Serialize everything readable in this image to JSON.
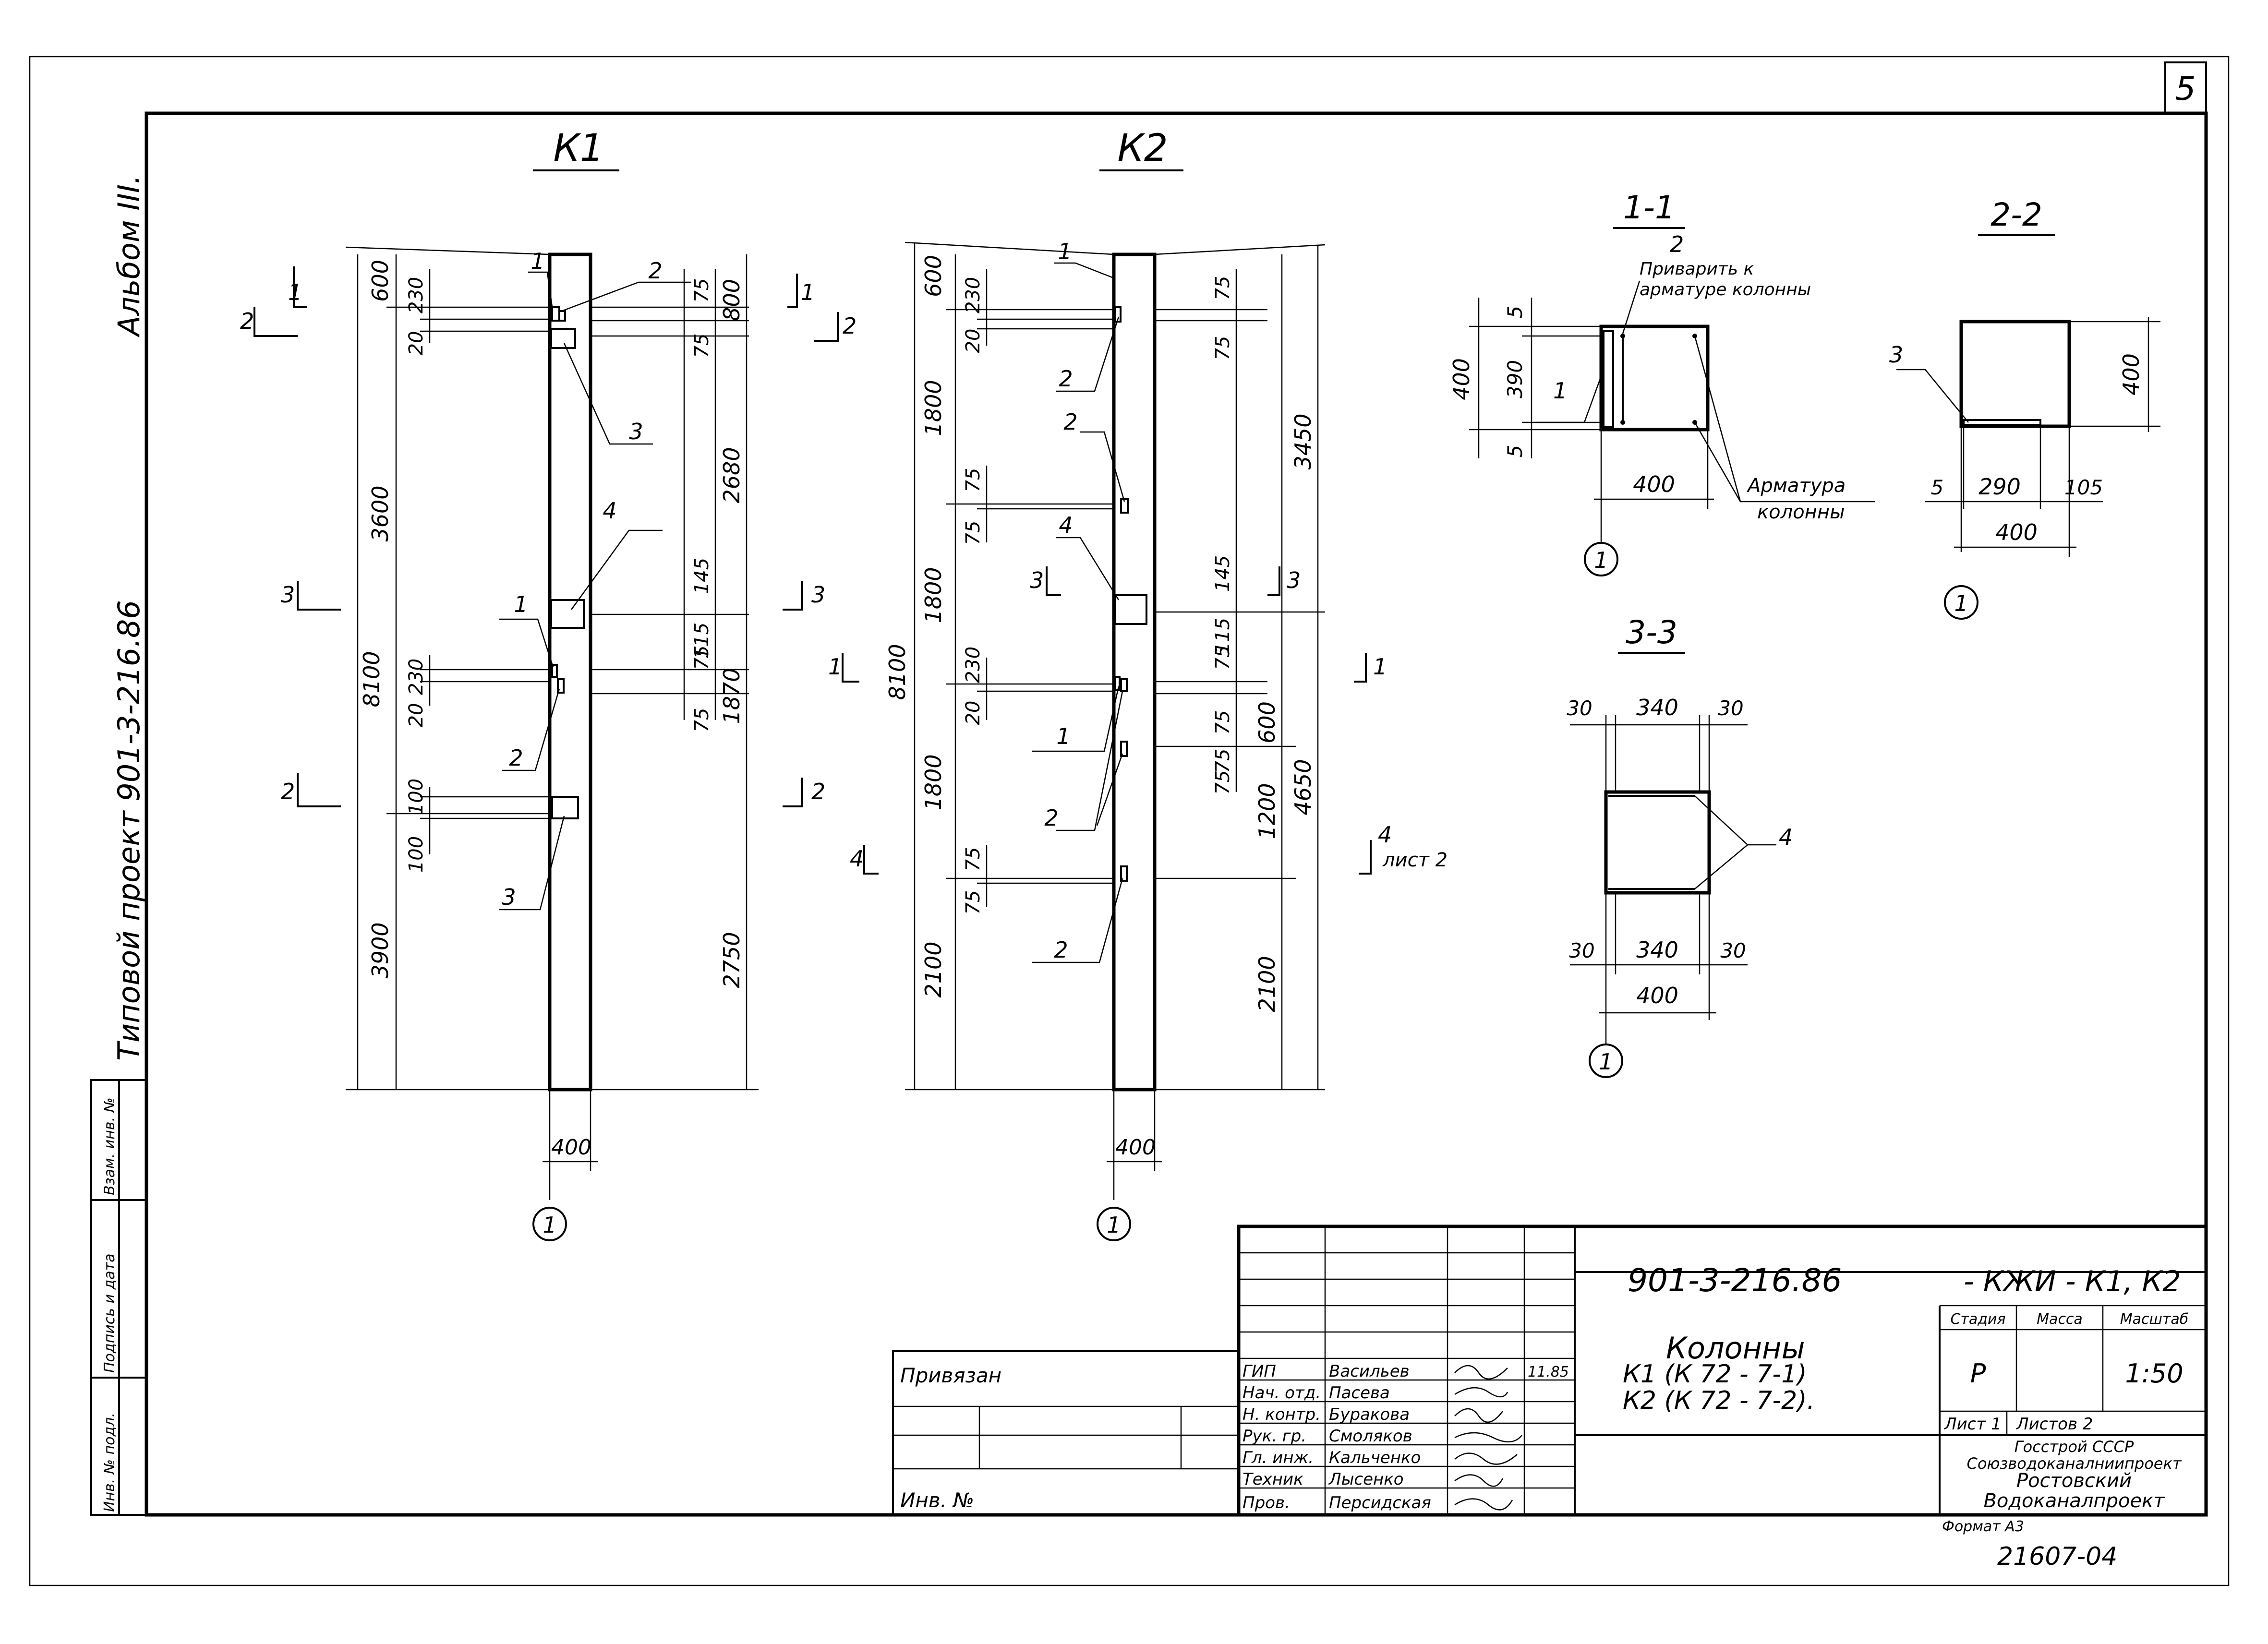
{
  "sheet_number": "5",
  "side_album": "Альбом III.",
  "side_project": "Типовой проект  901-3-216.86",
  "side_cells": [
    "Инв. № подл.",
    "Подпись и дата",
    "Взам. инв. №"
  ],
  "k1": {
    "title": "К1",
    "overall": "8100",
    "left_dims": [
      "600",
      "3600",
      "3900"
    ],
    "left_inner": [
      "230",
      "20",
      "230",
      "20",
      "100",
      "100"
    ],
    "right_dims": [
      "800",
      "2680",
      "1870",
      "2750"
    ],
    "right_inner": [
      "75",
      "75",
      "145",
      "75",
      "115",
      "75"
    ],
    "width": "400",
    "leaders": [
      "1",
      "2",
      "3",
      "4",
      "1",
      "2",
      "3"
    ],
    "sections": [
      "1",
      "2",
      "3",
      "2",
      "1",
      "2",
      "3",
      "2"
    ]
  },
  "k2": {
    "title": "К2",
    "left_dims": [
      "600",
      "1800",
      "1800",
      "1800",
      "2100"
    ],
    "overall": "8100",
    "left_inner": [
      "230",
      "20",
      "75",
      "75",
      "230",
      "20",
      "75",
      "75"
    ],
    "right_dims": [
      "3450",
      "1200",
      "2100",
      "600",
      "4650"
    ],
    "right_inner": [
      "75",
      "75",
      "145",
      "75",
      "115",
      "75",
      "75",
      "75"
    ],
    "width": "400",
    "leaders": [
      "1",
      "2",
      "2",
      "4",
      "1",
      "2",
      "2"
    ],
    "sections": [
      "3",
      "3",
      "1",
      "1",
      "4"
    ],
    "section4_note": "лист 2"
  },
  "sec11": {
    "title": "1-1",
    "note_num": "2",
    "note": [
      "Приварить к",
      "арматуре колонны"
    ],
    "dims": [
      "5",
      "390",
      "5",
      "400",
      "400"
    ],
    "leader": "1",
    "rebar": [
      "Арматура",
      "колонны"
    ]
  },
  "sec22": {
    "title": "2-2",
    "leader": "3",
    "dims": [
      "400",
      "5",
      "290",
      "105",
      "400"
    ]
  },
  "sec33": {
    "title": "3-3",
    "dims_top": [
      "30",
      "340",
      "30"
    ],
    "dims_bottom": [
      "30",
      "340",
      "30"
    ],
    "overall": "400",
    "leader": "4"
  },
  "axis": "1",
  "stamp": {
    "privyazan": "Привязан",
    "inv_no": "Инв. № ",
    "code": "901-3-216.86",
    "mark": "- КЖИ - К1, К2",
    "roles": [
      {
        "role": "ГИП",
        "name": "Васильев",
        "date": "11.85"
      },
      {
        "role": "Нач. отд.",
        "name": "Пасева",
        "date": ""
      },
      {
        "role": "Н. контр.",
        "name": "Буракова",
        "date": ""
      },
      {
        "role": "Рук. гр.",
        "name": "Смоляков",
        "date": ""
      },
      {
        "role": "Гл. инж.",
        "name": "Кальченко",
        "date": ""
      },
      {
        "role": "Техник",
        "name": "Лысенко",
        "date": ""
      },
      {
        "role": "Пров.",
        "name": "Персидская",
        "date": ""
      }
    ],
    "title_lines": [
      "Колонны",
      "К1  (К 72 - 7-1)",
      "К2  (К 72 - 7-2)."
    ],
    "stage_h": "Стадия",
    "mass_h": "Масса",
    "scale_h": "Масштаб",
    "stage": "Р",
    "scale": "1:50",
    "sheet": "Лист 1",
    "sheets": "Листов  2",
    "org": [
      "Госстрой СССР",
      "Союзводоканалниипроект",
      "Ростовский",
      "Водоканалпроект"
    ],
    "format": "Формат А3"
  },
  "archive_no": "21607-04"
}
